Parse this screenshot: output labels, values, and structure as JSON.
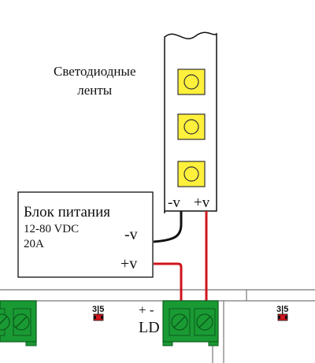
{
  "led_strip": {
    "label_line1": "Светодиодные",
    "label_line2": "ленты",
    "neg_label": "-v",
    "pos_label": "+v",
    "led_count": 3
  },
  "power_supply": {
    "title": "Блок питания",
    "voltage": "12-80 VDC",
    "current": "20A",
    "neg_label": "-v",
    "pos_label": "+v"
  },
  "terminal": {
    "polarity_label": "+ -",
    "name": "LD"
  },
  "jumpers": [
    {
      "label": "3|5"
    },
    {
      "label": "3|5"
    }
  ],
  "colors": {
    "wire_positive": "#d0141c",
    "wire_negative": "#111111",
    "terminal_green": "#1a9a33",
    "led_yellow": "#fff03c",
    "jumper_red": "#d0141c"
  },
  "icons": [
    "led-icon",
    "screw-terminal-icon",
    "jumper-icon"
  ]
}
